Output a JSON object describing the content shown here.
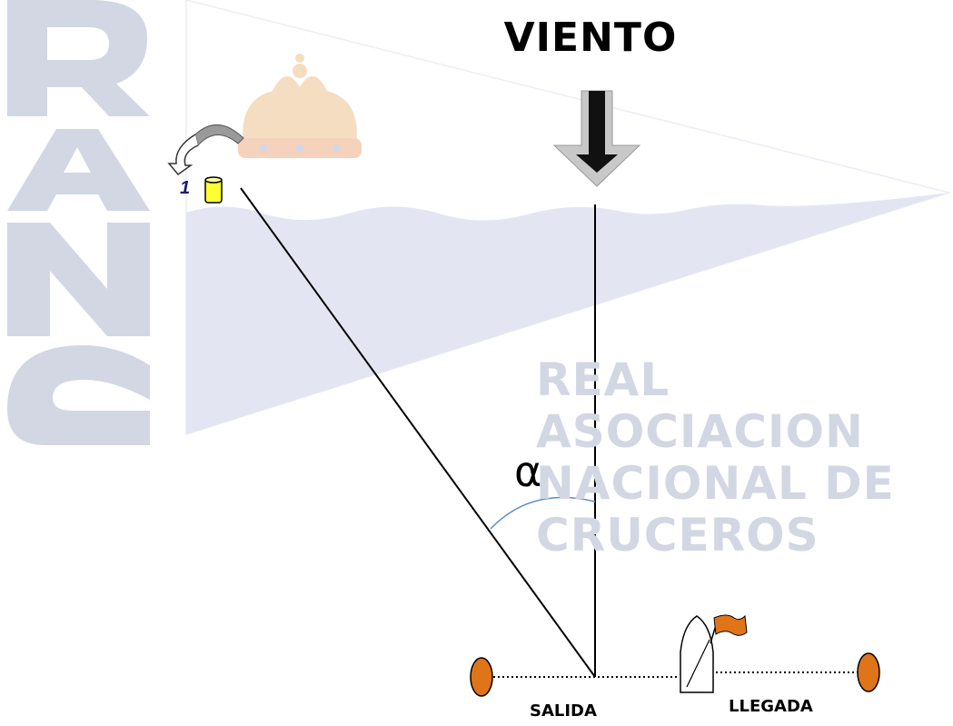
{
  "watermark": {
    "monogram_letters": [
      "R",
      "A",
      "N",
      "C"
    ],
    "organization_lines": [
      "REAL",
      "ASOCIACION",
      "NACIONAL DE",
      "CRUCEROS"
    ]
  },
  "diagram": {
    "wind_label": "VIENTO",
    "angle_symbol": "α",
    "mark_number": "1",
    "start_label": "SALIDA",
    "finish_label": "LLEGADA"
  },
  "colors": {
    "watermark": "#d3d6e3",
    "pennant_wave": "#e3e6f2",
    "mark_yellow": "#ffff33",
    "buoy_orange": "#e07418",
    "angle_arc": "#5b8fc7",
    "mark_number": "#1a1a6e"
  },
  "icons": [
    "rounding-arrow-icon",
    "yellow-mark-icon",
    "wind-arrow-icon",
    "buoy-icon",
    "committee-boat-icon",
    "orange-flag-icon"
  ]
}
